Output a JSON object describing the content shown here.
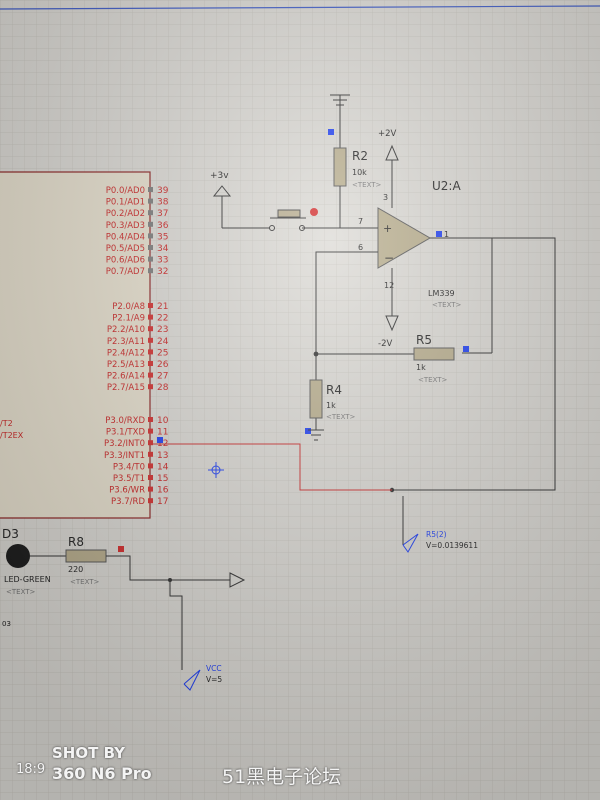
{
  "schematic": {
    "mcu_left_pins": [
      "P0.0/AD0",
      "P0.1/AD1",
      "P0.2/AD2",
      "P0.3/AD3",
      "P0.4/AD4",
      "P0.5/AD5",
      "P0.6/AD6",
      "P0.7/AD7"
    ],
    "mcu_left_numbers": [
      "39",
      "38",
      "37",
      "36",
      "35",
      "34",
      "33",
      "32"
    ],
    "mcu_p2_pins": [
      "P2.0/A8",
      "P2.1/A9",
      "P2.2/A10",
      "P2.3/A11",
      "P2.4/A12",
      "P2.5/A13",
      "P2.6/A14",
      "P2.7/A15"
    ],
    "mcu_p2_numbers": [
      "21",
      "22",
      "23",
      "24",
      "25",
      "26",
      "27",
      "28"
    ],
    "mcu_p3_pins": [
      "P3.0/RXD",
      "P3.1/TXD",
      "P3.2/INT0",
      "P3.3/INT1",
      "P3.4/T0",
      "P3.5/T1",
      "P3.6/WR",
      "P3.7/RD"
    ],
    "mcu_p3_numbers": [
      "10",
      "11",
      "12",
      "13",
      "14",
      "15",
      "16",
      "17"
    ],
    "mcu_partial_left": [
      "/T2",
      "/T2EX"
    ],
    "r2": {
      "ref": "R2",
      "value": "10k",
      "text": "<TEXT>"
    },
    "r4": {
      "ref": "R4",
      "value": "1k",
      "text": "<TEXT>"
    },
    "r5": {
      "ref": "R5",
      "value": "1k",
      "text": "<TEXT>"
    },
    "r8": {
      "ref": "R8",
      "value": "220",
      "text": "<TEXT>"
    },
    "opamp": {
      "ref": "U2:A",
      "part": "LM339",
      "text": "<TEXT>",
      "pin_plus": "7",
      "pin_minus": "6",
      "pin_out": "1",
      "pin_vcc": "3",
      "pin_gnd": "12"
    },
    "supply_plus": "+2V",
    "supply_minus": "-2V",
    "supply_3v": "+3v",
    "led": {
      "ref": "D3",
      "part": "LED-GREEN",
      "text": "<TEXT>"
    },
    "probe_r5": {
      "label": "R5(2)",
      "value": "V=0.0139611"
    },
    "probe_vcc": {
      "label": "VCC",
      "value": "V=5"
    },
    "misc_left": "03"
  },
  "watermark": {
    "shot_by": "SHOT BY",
    "time": "18:9",
    "device": "360 N6 Pro",
    "forum": "51黑电子论坛"
  },
  "colors": {
    "wire": "#2e2e2e",
    "pin_red": "#d42a2a",
    "wire_red": "#cc2b2b",
    "marker_blue": "#1c3df5",
    "component": "#9b9070"
  }
}
